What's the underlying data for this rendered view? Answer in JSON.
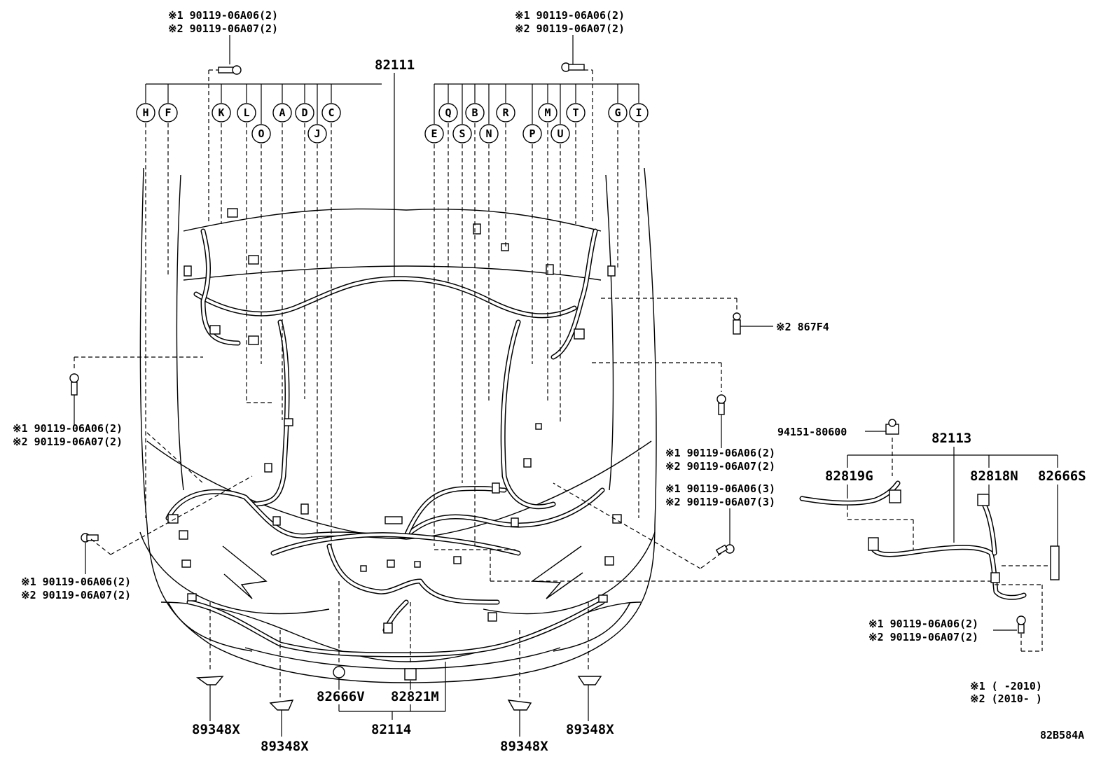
{
  "diagram": {
    "main_harness": "82111",
    "circle_letters": [
      "H",
      "F",
      "K",
      "L",
      "O",
      "A",
      "D",
      "J",
      "C",
      "E",
      "Q",
      "S",
      "B",
      "N",
      "R",
      "P",
      "M",
      "U",
      "T",
      "G",
      "I"
    ],
    "bolt_note_set_a": {
      "line1": "※1 90119-06A06(2)",
      "line2": "※2 90119-06A07(2)"
    },
    "bolt_note_set_b": {
      "line1": "※1 90119-06A06(3)",
      "line2": "※2 90119-06A07(3)"
    },
    "clip_867": "※2 867F4",
    "part_94151": "94151-80600",
    "sub_assembly": "82113",
    "part_82819G": "82819G",
    "part_82818N": "82818N",
    "part_82666S": "82666S",
    "part_82666V": "82666V",
    "part_82821M": "82821M",
    "part_82114": "82114",
    "clip_89348X": "89348X",
    "legend": {
      "line1": "※1 (      -2010)",
      "line2": "※2 (2010-      )"
    },
    "figure_code": "82B584A"
  }
}
